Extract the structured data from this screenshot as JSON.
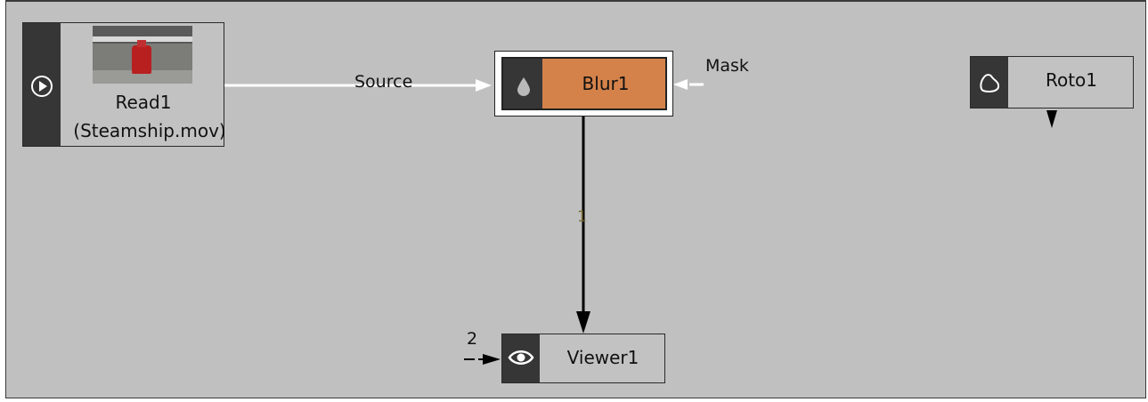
{
  "nodes": {
    "read": {
      "name": "Read1",
      "file": "(Steamship.mov)"
    },
    "blur": {
      "name": "Blur1"
    },
    "roto": {
      "name": "Roto1"
    },
    "viewer": {
      "name": "Viewer1"
    }
  },
  "edges": {
    "source_label": "Source",
    "mask_label": "Mask",
    "blur_output_index": "1",
    "viewer_input_index": "2"
  },
  "colors": {
    "canvas": "#c0c0c0",
    "blur_fill": "#d4824a",
    "node_side": "#363636"
  },
  "icons": {
    "read": "play-icon",
    "blur": "droplet-icon",
    "roto": "blob-icon",
    "viewer": "eye-icon"
  }
}
